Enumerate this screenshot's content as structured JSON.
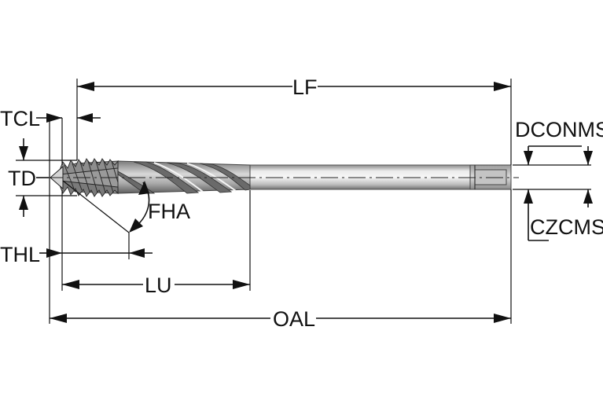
{
  "diagram": {
    "labels": {
      "lf": "LF",
      "tcl": "TCL",
      "td": "TD",
      "fha": "FHA",
      "thl": "THL",
      "lu": "LU",
      "oal": "OAL",
      "dconms": "DCONMS",
      "czcms": "CZCMS"
    },
    "colors": {
      "tool_light": "#e6e6e6",
      "tool_mid": "#b8b8b8",
      "tool_dark": "#6e6e6e",
      "line": "#111111",
      "background": "#ffffff"
    },
    "icons": [
      "arrowhead-icon"
    ]
  }
}
